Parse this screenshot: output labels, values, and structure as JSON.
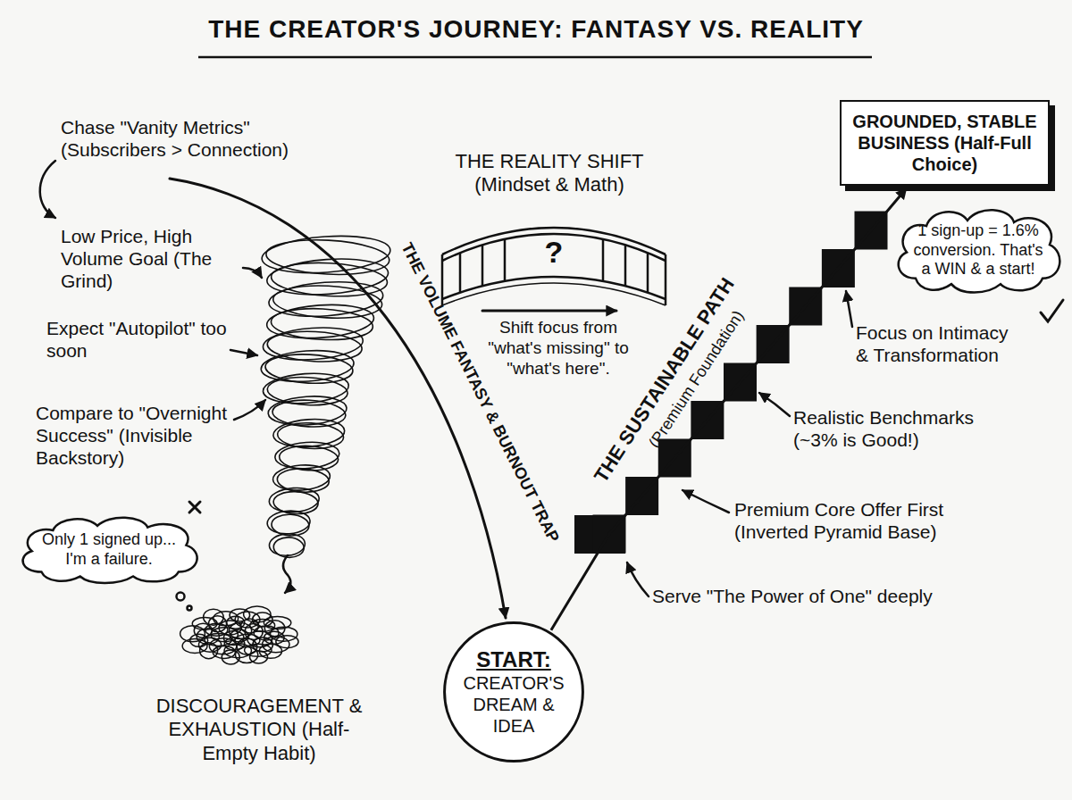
{
  "diagram": {
    "title": "THE CREATOR'S JOURNEY: FANTASY VS. REALITY",
    "nodes": [
      {
        "text": [
          "GROUNDED, STABLE BUSINESS (Half-Full Choice)"
        ]
      },
      {
        "text": [
          "1 sign-up = 1.6% conversion. That's a WIN & a start!"
        ]
      },
      {
        "text": [
          "Only 1 signed up... I'm a failure."
        ]
      },
      {
        "text": [
          "START:",
          "CREATOR'S DREAM & IDEA"
        ]
      }
    ],
    "edges": [
      {
        "from": 3,
        "to": 0,
        "arrow": "to"
      }
    ],
    "labels": [
      "Chase \"Vanity Metrics\" (Subscribers > Connection)",
      "Low Price, High Volume Goal (The Grind)",
      "Expect \"Autopilot\" too soon",
      "Compare to \"Overnight Success\" (Invisible Backstory)",
      "DISCOURAGEMENT & EXHAUSTION (Half-Empty Habit)",
      "THE VOLUME FANTASY & BURNOUT TRAP",
      "THE REALITY SHIFT (Mindset & Math)",
      "?",
      "Shift focus from \"what's missing\" to \"what's here\".",
      "THE SUSTAINABLE PATH",
      "(Premium Foundation)",
      "Focus on Intimacy & Transformation",
      "Realistic Benchmarks (~3% is Good!)",
      "Premium Core Offer First (Inverted Pyramid Base)",
      "Serve \"The Power of One\" deeply"
    ]
  }
}
